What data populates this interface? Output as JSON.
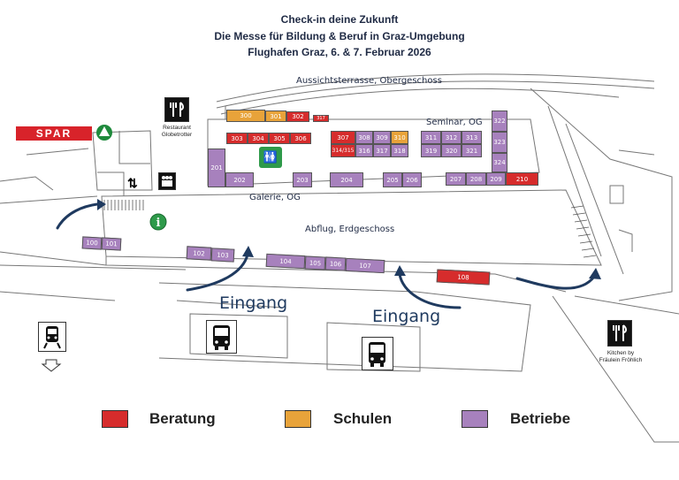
{
  "header": {
    "line1": "Check-in deine Zukunft",
    "line2": "Die Messe für Bildung & Beruf in Graz-Umgebung",
    "line3": "Flughafen Graz, 6. & 7. Februar 2026"
  },
  "areas": {
    "terrace": "Aussichtsterrasse, Obergeschoss",
    "seminar": "Seminar, OG",
    "galerie": "Galerie, OG",
    "abflug": "Abflug, Erdgeschoss",
    "restaurant": "Restaurant\nGlobetrotter",
    "kitchen": "Kitchen by\nFräulein Fröhlich"
  },
  "entrances": {
    "left": "Eingang",
    "right": "Eingang"
  },
  "spar": {
    "label": "SPAR",
    "color": "#d8232a"
  },
  "legend": [
    {
      "key": "red",
      "label": "Beratung",
      "color": "#d62c2c"
    },
    {
      "key": "orange",
      "label": "Schulen",
      "color": "#e8a33a"
    },
    {
      "key": "purple",
      "label": "Betriebe",
      "color": "#a781bd"
    }
  ],
  "stands": {
    "s300": "300",
    "s301": "301",
    "s302": "302",
    "s317b": "317",
    "s303": "303",
    "s304": "304",
    "s305": "305",
    "s306": "306",
    "s307": "307",
    "s308": "308",
    "s309": "309",
    "s310": "310",
    "s314": "314/315",
    "s316": "316",
    "s317": "317",
    "s318": "318",
    "s311": "311",
    "s312": "312",
    "s313": "313",
    "s319": "319",
    "s320": "320",
    "s321": "321",
    "s322": "322",
    "s323": "323",
    "s324": "324",
    "s201": "201",
    "s202": "202",
    "s203": "203",
    "s204": "204",
    "s205": "205",
    "s206": "206",
    "s207": "207",
    "s208": "208",
    "s209": "209",
    "s210": "210",
    "s100": "100",
    "s101": "101",
    "s102": "102",
    "s103": "103",
    "s104": "104",
    "s105": "105",
    "s106": "106",
    "s107": "107",
    "s108": "108"
  },
  "icons": {
    "restaurant": "cutlery-icon",
    "kitchen": "cutlery-icon",
    "info": "info-icon",
    "toilet": "toilet-icon",
    "elevator": "elevator-icon",
    "stairs": "up-down-arrows-icon",
    "train": "train-icon",
    "bus": "bus-icon"
  }
}
